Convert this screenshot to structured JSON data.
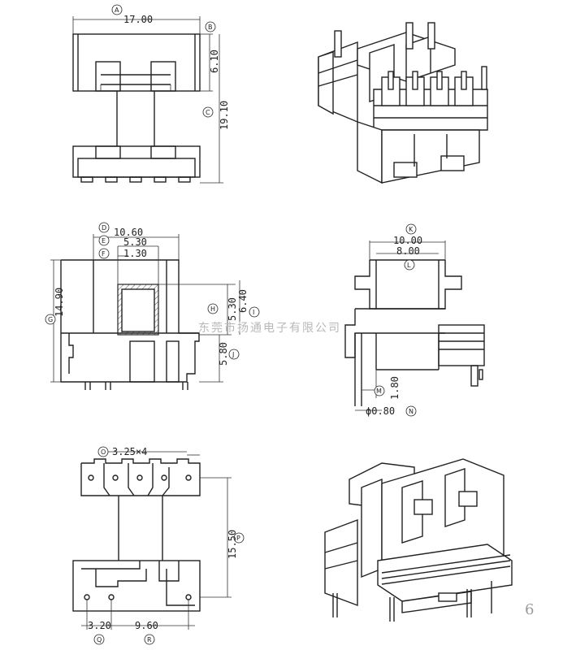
{
  "dimensions": {
    "A": {
      "letter": "A",
      "value": "17.00"
    },
    "B": {
      "letter": "B",
      "value": "6.10"
    },
    "C": {
      "letter": "C",
      "value": "19.10"
    },
    "D": {
      "letter": "D",
      "value": "10.60"
    },
    "E": {
      "letter": "E",
      "value": "5.30"
    },
    "F": {
      "letter": "F",
      "value": "1.30"
    },
    "G": {
      "letter": "G",
      "value": "14.90"
    },
    "H": {
      "letter": "H",
      "value": "5.30"
    },
    "I": {
      "letter": "I",
      "value": "6.40"
    },
    "J": {
      "letter": "J",
      "value": "5.80"
    },
    "K": {
      "letter": "K",
      "value": "10.00"
    },
    "L": {
      "letter": "L",
      "value": "8.00"
    },
    "M": {
      "letter": "M",
      "value": "1.80"
    },
    "N": {
      "letter": "N",
      "value": "ϕ0.80"
    },
    "O": {
      "letter": "O",
      "value": "3.25×4"
    },
    "P": {
      "letter": "P",
      "value": "15.50"
    },
    "Q": {
      "letter": "Q",
      "value": "3.20"
    },
    "R": {
      "letter": "R",
      "value": "9.60"
    }
  },
  "watermark": "东莞市扬通电子有限公司",
  "page_number": "6"
}
